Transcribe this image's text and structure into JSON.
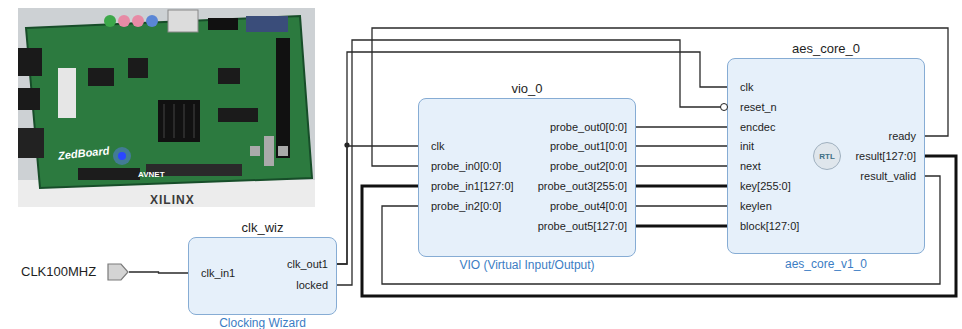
{
  "diagram": {
    "nodes": [
      {
        "text": [
          "vio_0",
          "clk",
          "probe_in0[0:0]",
          "probe_in1[127:0]",
          "probe_in2[0:0]",
          "probe_out0[0:0]",
          "probe_out1[0:0]",
          "probe_out2[0:0]",
          "probe_out3[255:0]",
          "probe_out4[0:0]",
          "probe_out5[127:0]",
          "VIO (Virtual Input/Output)"
        ]
      },
      {
        "text": [
          "aes_core_0",
          "clk",
          "reset_n",
          "encdec",
          "init",
          "next",
          "key[255:0]",
          "keylen",
          "block[127:0]",
          "ready",
          "result[127:0]",
          "result_valid",
          "aes_core_v1_0"
        ]
      },
      {
        "text": [
          "RTL"
        ],
        "in": 1
      },
      {
        "text": [
          "CLK100MHZ"
        ]
      },
      {
        "text": [
          "clk_wiz",
          "clk_in1",
          "clk_out1",
          "locked",
          "Clocking Wizard"
        ]
      }
    ],
    "edges": [
      {
        "from": 3,
        "to": 4,
        "arrow": "none"
      },
      {
        "from": 4,
        "to": 0,
        "arrow": "none"
      },
      {
        "from": 4,
        "to": 1,
        "arrow": "none"
      },
      {
        "from": 4,
        "to": 1,
        "arrow": "none"
      },
      {
        "from": 0,
        "to": 1,
        "arrow": "none"
      },
      {
        "from": 0,
        "to": 1,
        "arrow": "none"
      },
      {
        "from": 0,
        "to": 1,
        "arrow": "none"
      },
      {
        "from": 0,
        "to": 1,
        "arrow": "none"
      },
      {
        "from": 0,
        "to": 1,
        "arrow": "none"
      },
      {
        "from": 0,
        "to": 1,
        "arrow": "none"
      },
      {
        "from": 1,
        "to": 0,
        "arrow": "none"
      },
      {
        "from": 1,
        "to": 0,
        "arrow": "none"
      },
      {
        "from": 1,
        "to": 0,
        "arrow": "none"
      }
    ],
    "labels": [
      "ZedBoard",
      "AVNET",
      "XILINX"
    ]
  }
}
